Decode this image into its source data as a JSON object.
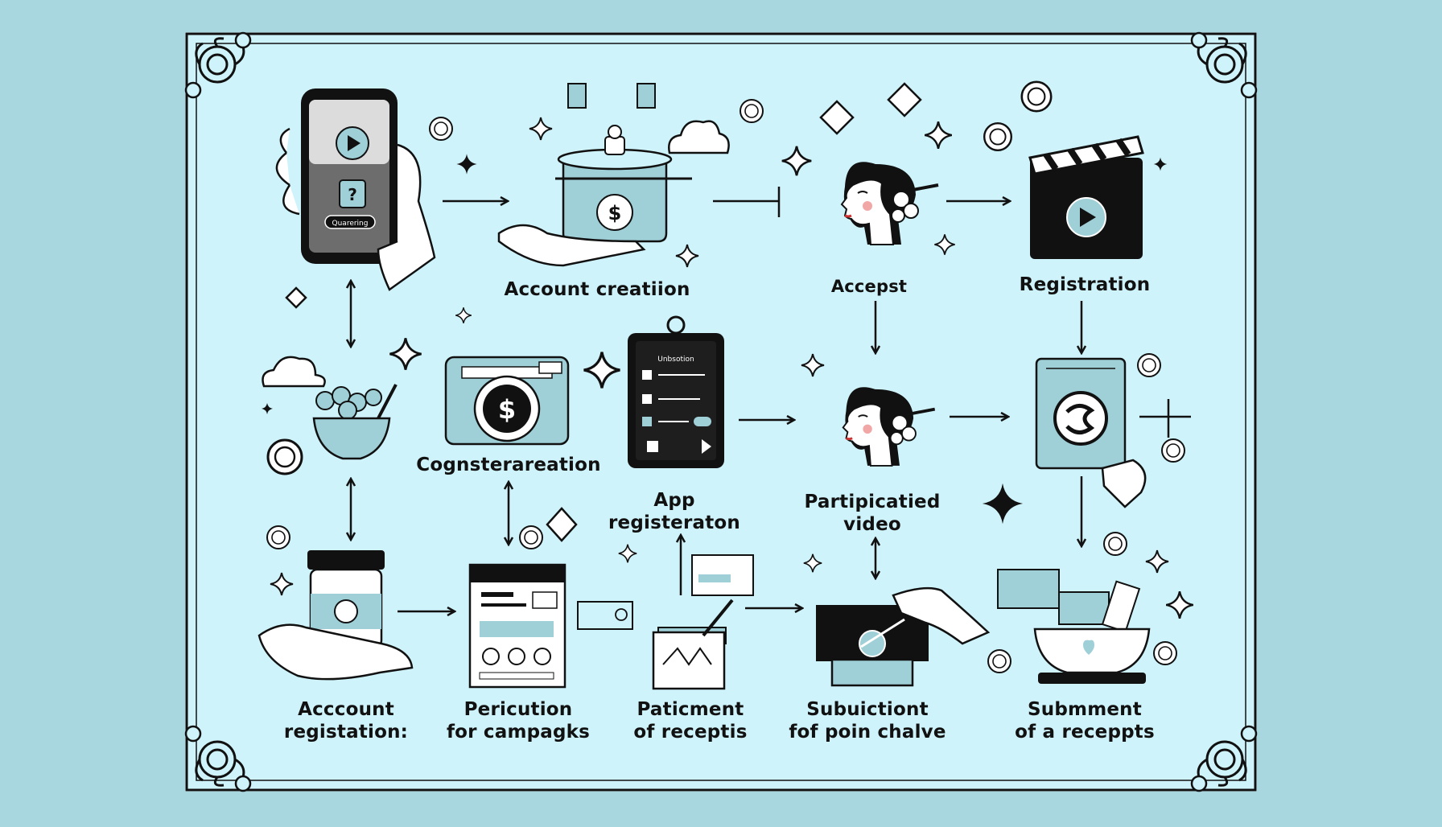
{
  "labels": {
    "account_creation": "Account creatiion",
    "accept": "Accepst",
    "registration": "Registration",
    "cognsterareation": "Cognsterareation",
    "app_registration_1": "App",
    "app_registration_2": "registeraton",
    "participated_1": "Partipicatied",
    "participated_2": "video",
    "account_registation_1": "Acccount",
    "account_registation_2": "registation:",
    "pericution_1": "Pericution",
    "pericution_2": "for campagks",
    "paticment_1": "Paticment",
    "paticment_2": "of receptis",
    "subuictiont_1": "Subuictiont",
    "subuictiont_2": "fof poin chalve",
    "submment_1": "Submment",
    "submment_2": "of a receppts"
  },
  "screen_texts": {
    "phone_button": "Quarering",
    "phone_question": "?",
    "tablet_header": "Unbsotion",
    "dollar": "$"
  },
  "colors": {
    "background": "#a9d7e0",
    "panel": "#cff3fa",
    "accent": "#9fd0d8",
    "ink": "#111111",
    "cheek": "#f2a7a7"
  }
}
